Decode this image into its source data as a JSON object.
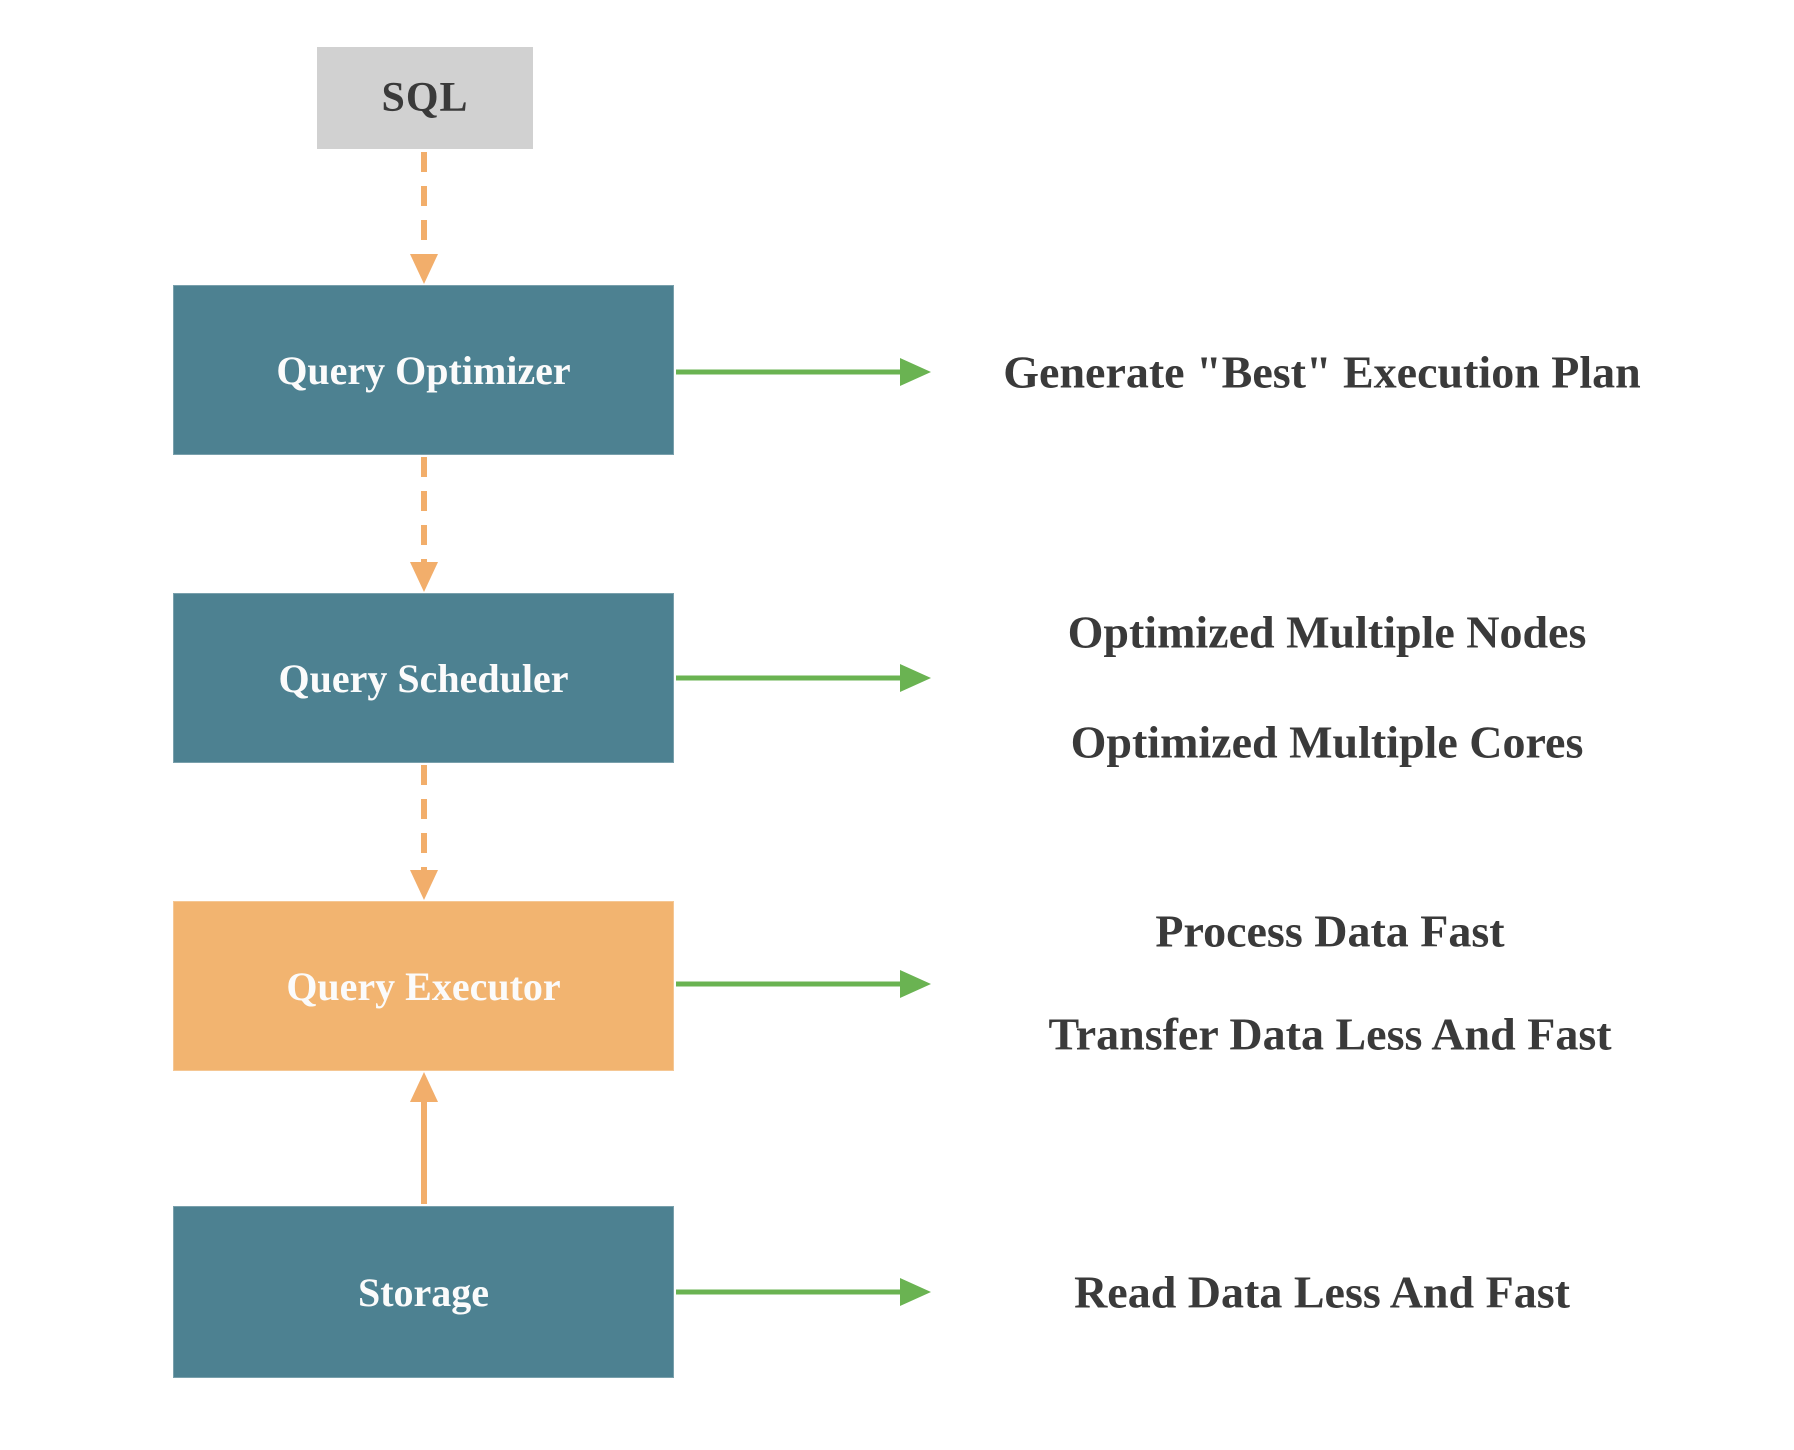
{
  "colors": {
    "teal": "#4d8191",
    "orange": "#f2b470",
    "arrow_orange": "#f2ae6b",
    "green": "#6ab352",
    "gray": "#d1d1d1",
    "text_dark": "#3a3a3a",
    "text_light": "#fbfbfb"
  },
  "nodes": [
    {
      "id": "sql",
      "label": "SQL"
    },
    {
      "id": "query-optimizer",
      "label": "Query Optimizer"
    },
    {
      "id": "query-scheduler",
      "label": "Query Scheduler"
    },
    {
      "id": "query-executor",
      "label": "Query Executor"
    },
    {
      "id": "storage",
      "label": "Storage"
    }
  ],
  "annotations": [
    {
      "id": "optimizer-note",
      "text": "Generate \"Best\" Execution Plan"
    },
    {
      "id": "scheduler-note-1",
      "text": "Optimized Multiple Nodes"
    },
    {
      "id": "scheduler-note-2",
      "text": "Optimized Multiple Cores"
    },
    {
      "id": "executor-note-1",
      "text": "Process Data Fast"
    },
    {
      "id": "executor-note-2",
      "text": "Transfer Data Less And Fast"
    },
    {
      "id": "storage-note",
      "text": "Read Data Less And Fast"
    }
  ]
}
